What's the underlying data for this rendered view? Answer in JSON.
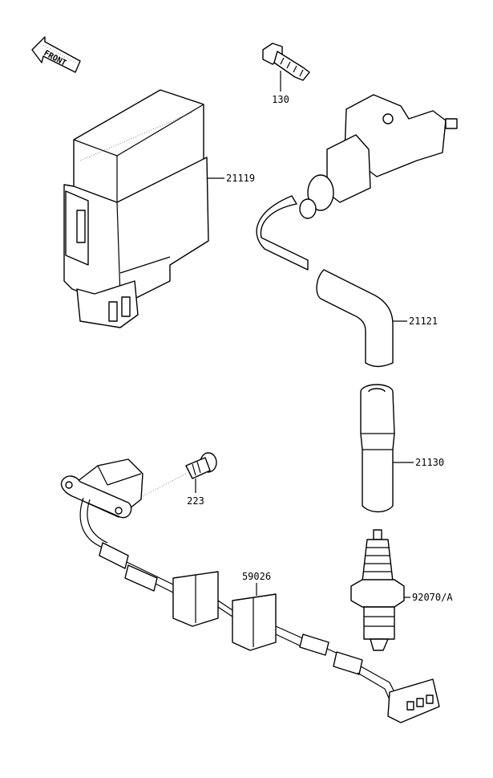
{
  "front_label": "FRONT",
  "parts": [
    {
      "id": "bolt",
      "number": "130"
    },
    {
      "id": "igniter",
      "number": "21119"
    },
    {
      "id": "ignition-coil",
      "number": "21121"
    },
    {
      "id": "plug-cap",
      "number": "21130"
    },
    {
      "id": "pickup-screw",
      "number": "223"
    },
    {
      "id": "wire-harness",
      "number": "59026"
    },
    {
      "id": "spark-plug",
      "number": "92070/A"
    }
  ]
}
